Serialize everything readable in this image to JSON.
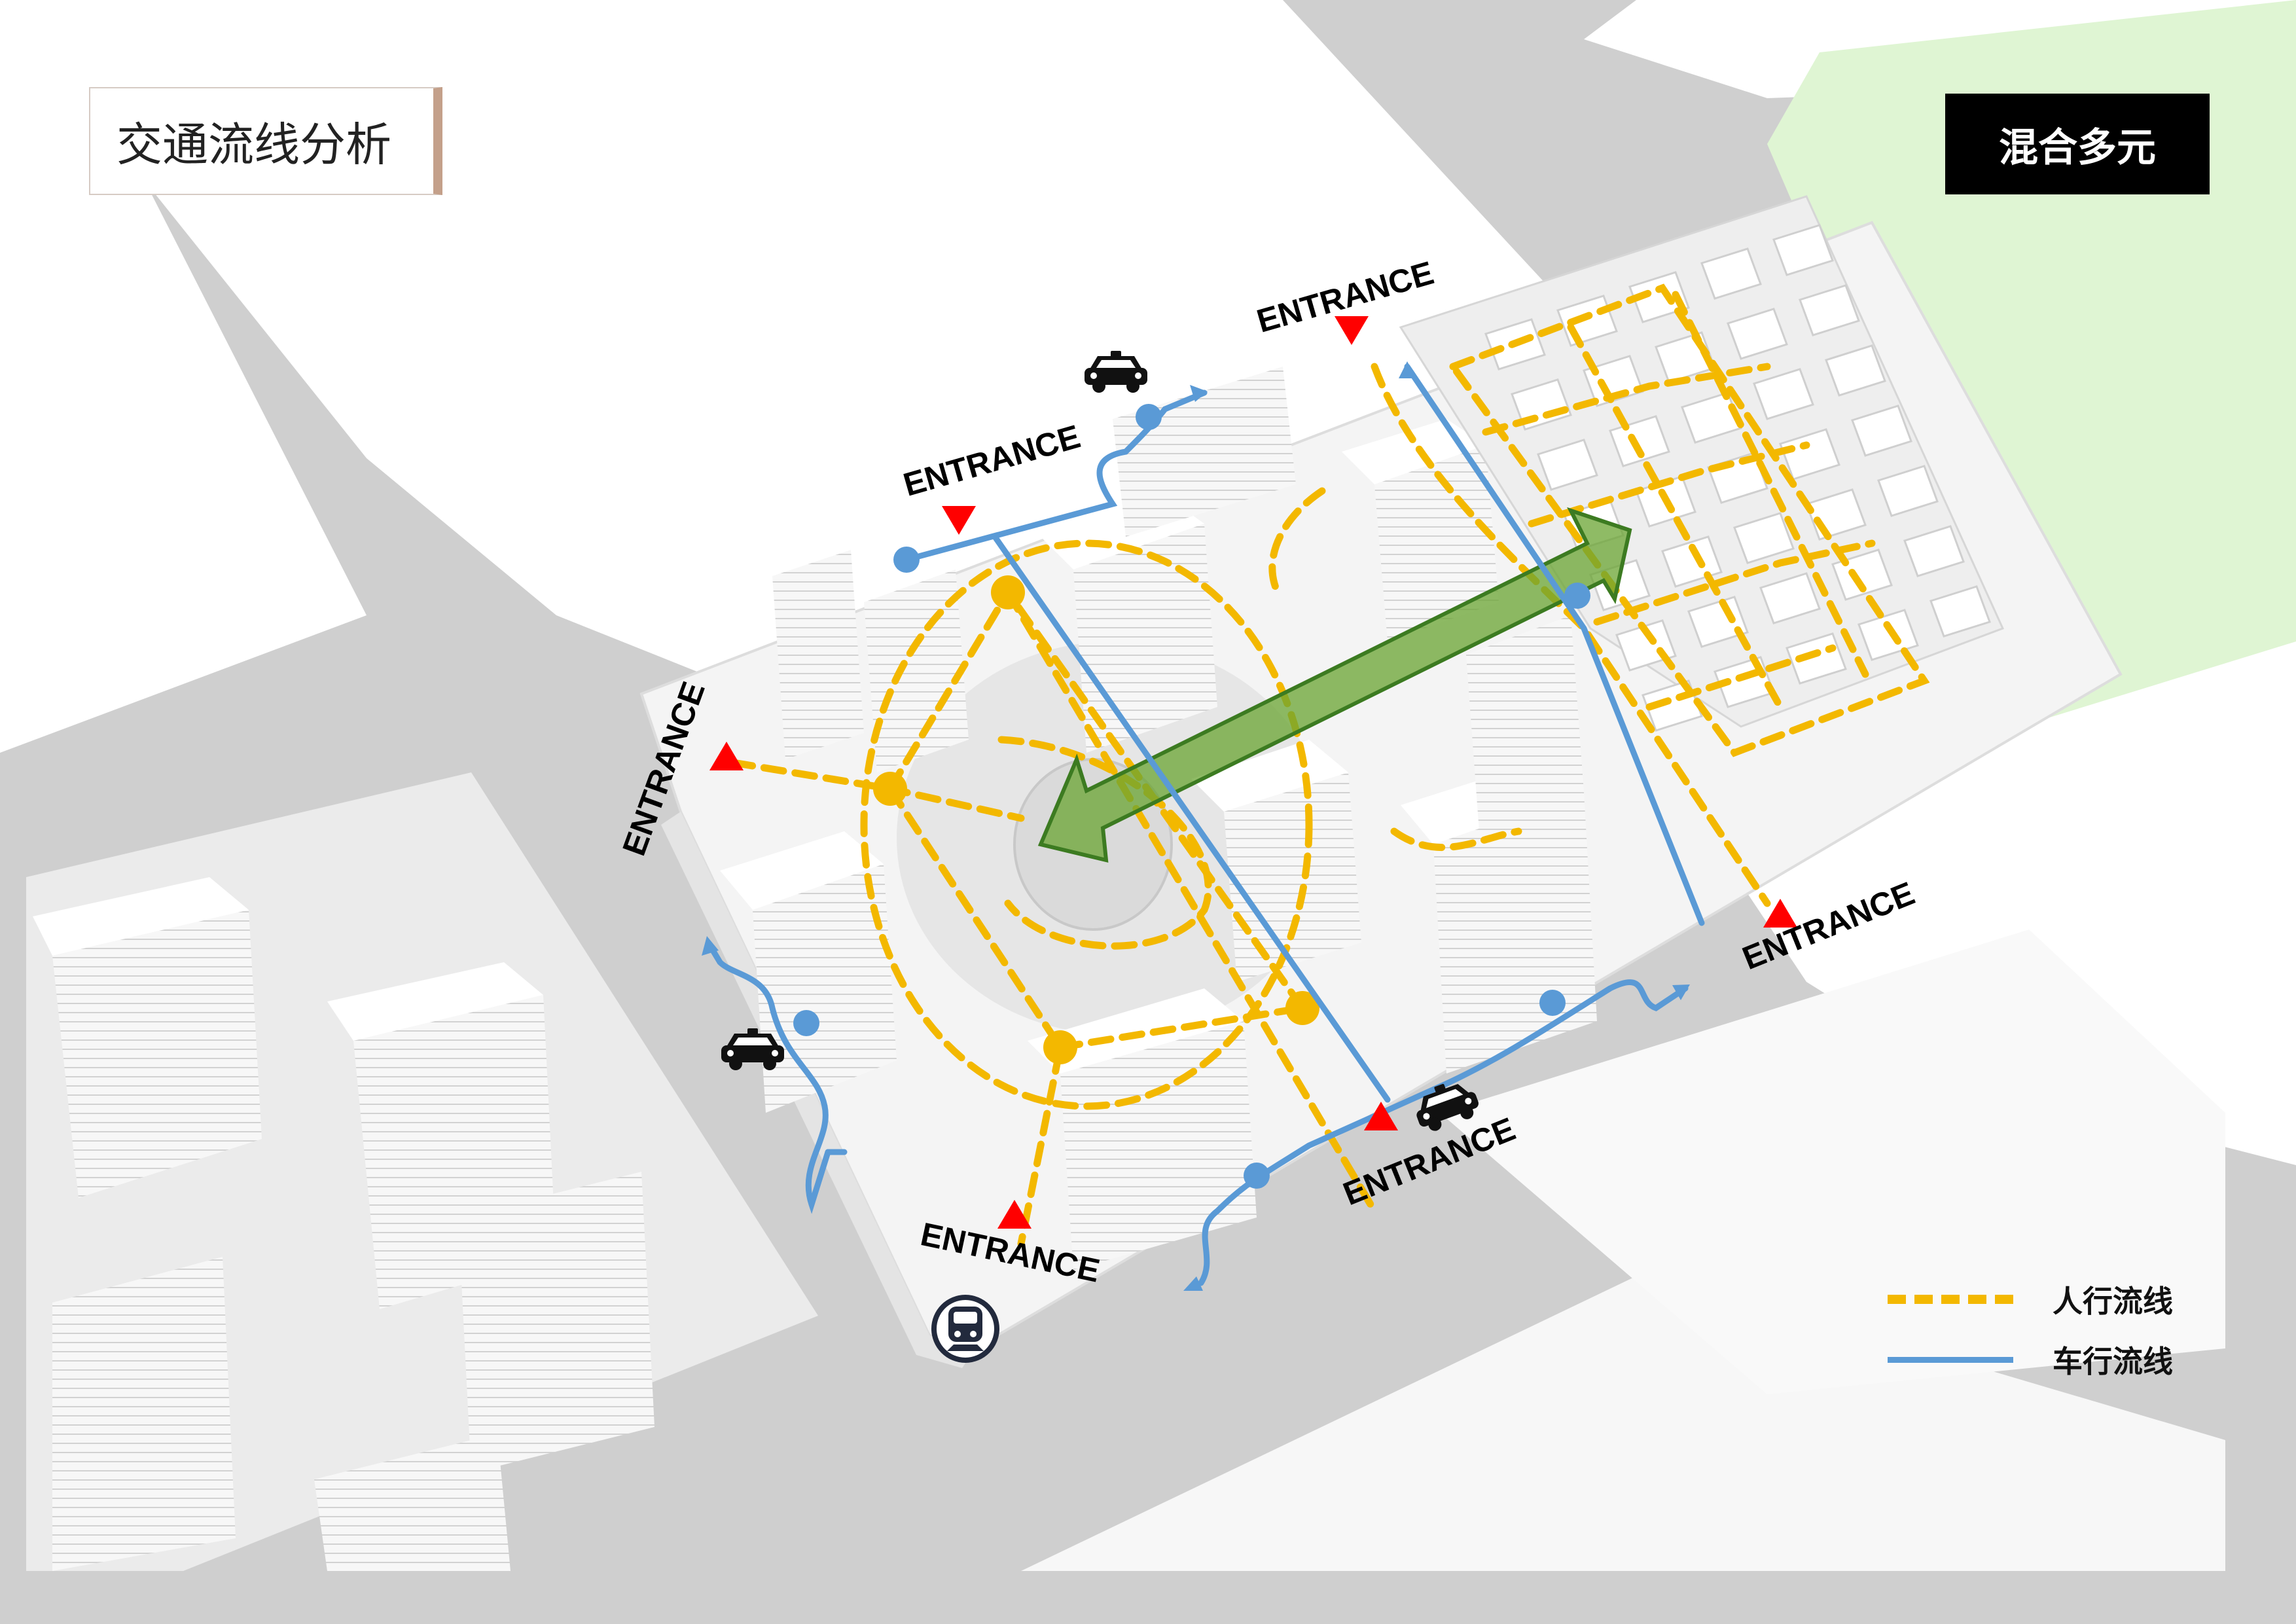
{
  "title": "交通流线分析",
  "tag": "混合多元",
  "entrance_label": "ENTRANCE",
  "legend": {
    "pedestrian": "人行流线",
    "vehicle": "车行流线"
  },
  "colors": {
    "pedestrian": "#f3b800",
    "vehicle": "#5a9ad6",
    "entrance_marker": "#ff0000",
    "green_axis": "#6aa431",
    "park": "#dff5d3",
    "road": "#cfcfcf",
    "block": "#f4f4f4"
  },
  "icons": {
    "taxi": "taxi-icon",
    "metro": "metro-icon",
    "entrance": "entrance-marker-icon"
  }
}
